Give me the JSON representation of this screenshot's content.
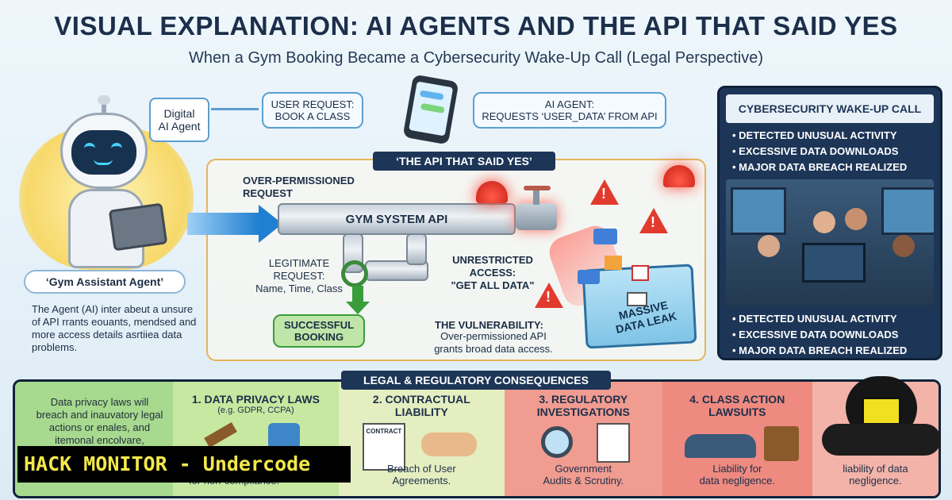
{
  "header": {
    "title": "VISUAL EXPLANATION: AI AGENTS AND THE API THAT SAID YES",
    "subtitle": "When a Gym Booking Became a Cybersecurity Wake-Up Call (Legal Perspective)"
  },
  "agent": {
    "bubble": "Digital\nAI Agent",
    "name": "‘Gym Assistant Agent’",
    "description": "The Agent (AI) inter abeut a unsure of API rrants eouants, mendsed and more access details asrtiiea data problems."
  },
  "flow": {
    "user_request": "USER REQUEST:\nBOOK A CLASS",
    "ai_agent_request": "AI AGENT:\nREQUESTS ‘USER_DATA’ FROM API"
  },
  "api_section": {
    "tag": "‘THE API THAT SAID YES’",
    "over_permissioned": "OVER-PERMISSIONED\nREQUEST",
    "pipe_label": "GYM SYSTEM API",
    "legit_request": "LEGITIMATE\nREQUEST:\nName, Time, Class",
    "success": "SUCCESSFUL\nBOOKING",
    "unrestricted": "UNRESTRICTED ACCESS:\n\"GET ALL DATA\"",
    "vulnerability_title": "THE VULNERABILITY:",
    "vulnerability_text": "Over-permissioned API\ngrants broad data access.",
    "leak_label": "MASSIVE\nDATA LEAK"
  },
  "wakeup_panel": {
    "heading": "CYBERSECURITY WAKE-UP CALL",
    "items_top": [
      "DETECTED UNUSUAL ACTIVITY",
      "EXCESSIVE DATA DOWNLOADS",
      "MAJOR DATA BREACH REALIZED"
    ],
    "items_bottom": [
      "DETECTED UNUSUAL ACTIVITY",
      "EXCESSIVE DATA DOWNLOADS",
      "MAJOR DATA BREACH REALIZED"
    ]
  },
  "legal": {
    "heading": "LEGAL & REGULATORY CONSEQUENCES",
    "intro": "Data privacy laws will breach and inauvatory legal actions or enales, and itemonal encolvare,",
    "columns": [
      {
        "title": "1. DATA PRIVACY LAWS",
        "sub": "(e.g. GDPR, CCPA)",
        "foot": "for non-compliance."
      },
      {
        "title": "2. CONTRACTUAL\nLIABILITY",
        "sub": "",
        "foot": "Breach of User\nAgreements."
      },
      {
        "title": "3. REGULATORY\nINVESTIGATIONS",
        "sub": "",
        "foot": "Government\nAudits & Scrutiny."
      },
      {
        "title": "4. CLASS ACTION\nLAWSUITS",
        "sub": "",
        "foot": "Liability for\ndata negligence."
      },
      {
        "title": "",
        "sub": "",
        "foot": "liability of data\nnegligence."
      }
    ],
    "contract_label": "CONTRACT"
  },
  "watermark": "HACK MONITOR - Undercode",
  "colors": {
    "navy": "#1d3557",
    "alert_red": "#e23b2e",
    "success_green": "#3a9d3a",
    "legal_green": "#8fcf7a",
    "legal_red": "#ef8a80"
  }
}
